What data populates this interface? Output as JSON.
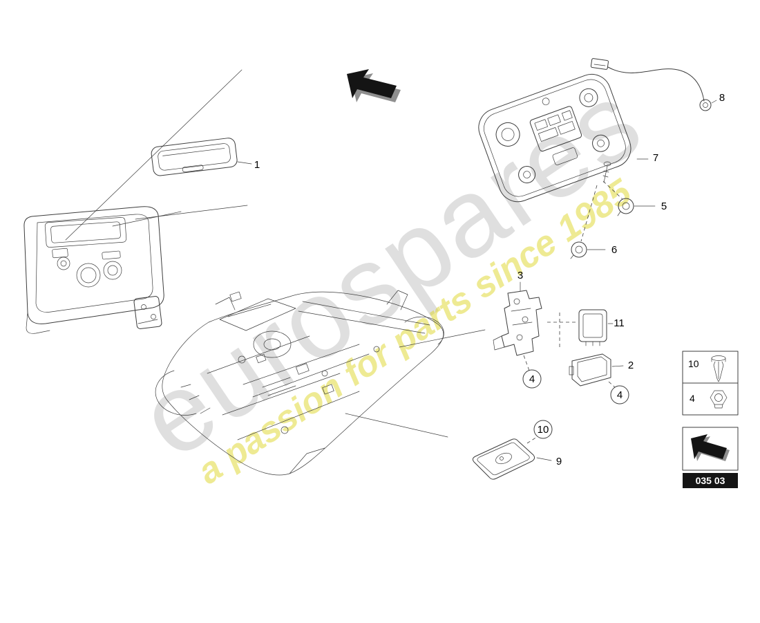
{
  "watermark": {
    "brand": "eurospares",
    "tagline": "a passion for parts since 1985"
  },
  "callouts": {
    "part1": "1",
    "part2": "2",
    "part3": "3",
    "part4": "4",
    "part5": "5",
    "part6": "6",
    "part7": "7",
    "part8": "8",
    "part9": "9",
    "part10": "10",
    "part11": "11"
  },
  "legend": {
    "row1_label": "10",
    "row2_label": "4"
  },
  "footer": {
    "diagram_code": "035 03"
  },
  "icons": {
    "nav_arrow": "arrow-up-left",
    "legend_clip": "expanding-rivet",
    "legend_nut": "hex-nut"
  }
}
